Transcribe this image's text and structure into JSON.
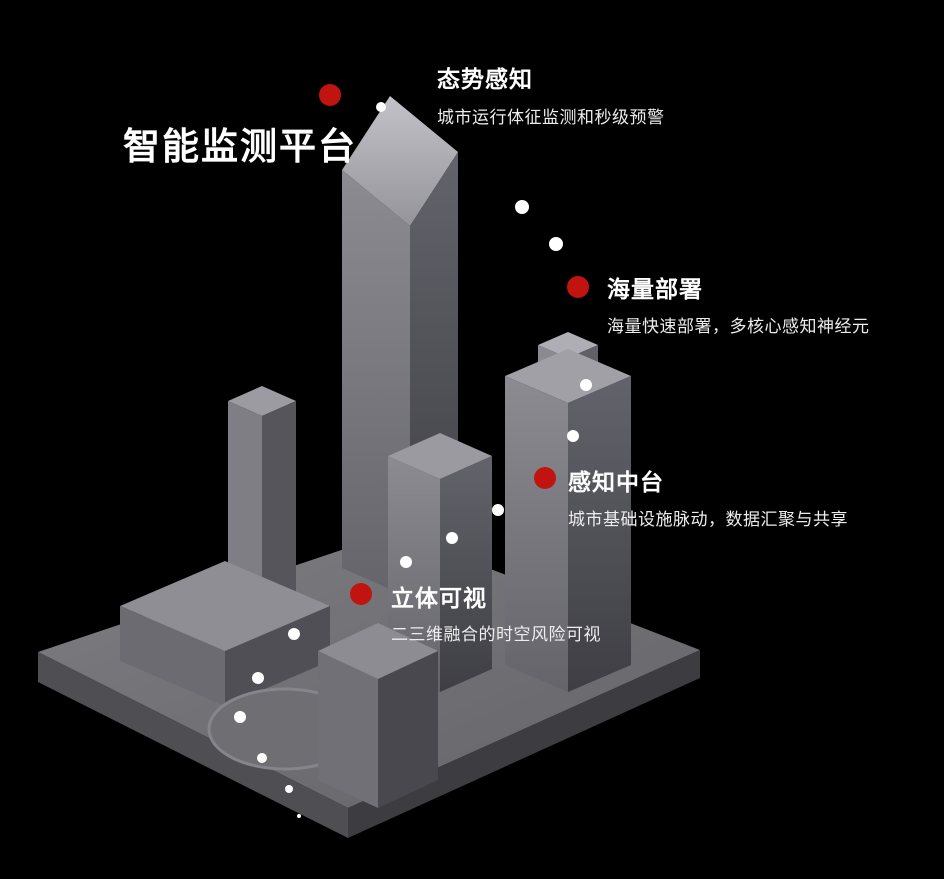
{
  "title": {
    "text": "智能监测平台"
  },
  "colors": {
    "background": "#000000",
    "accent_red": "#c11410",
    "heading_text": "#ffffff",
    "subtitle_text": "#ededed",
    "building_gray": "#8a8a90"
  },
  "features": [
    {
      "name": "situational-awareness",
      "label": "态势感知",
      "desc": "城市运行体征监测和秒级预警"
    },
    {
      "name": "mass-deployment",
      "label": "海量部署",
      "desc": "海量快速部署，多核心感知神经元"
    },
    {
      "name": "perception-middle-platform",
      "label": "感知中台",
      "desc": "城市基础设施脉动，数据汇聚与共享"
    },
    {
      "name": "stereoscopic-visualization",
      "label": "立体可视",
      "desc": "二三维融合的时空风险可视"
    }
  ]
}
